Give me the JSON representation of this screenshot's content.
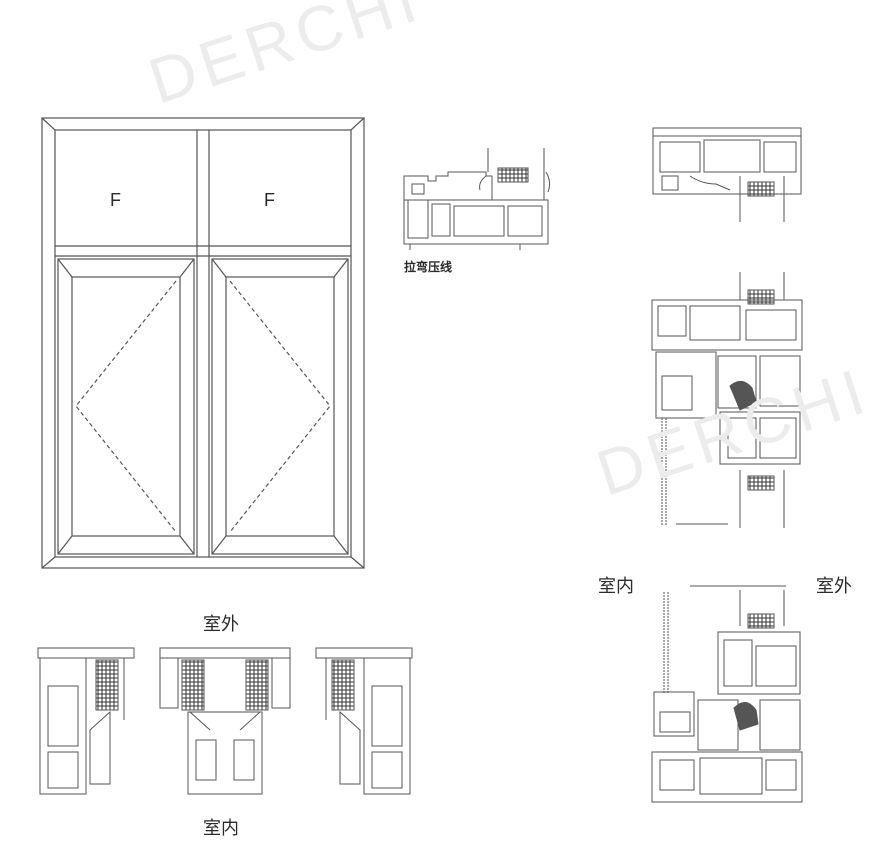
{
  "watermark": "DERCHI",
  "elevation": {
    "fixed_pane_label": "F",
    "fixed_panes": [
      "F",
      "F"
    ]
  },
  "labels": {
    "bead_note": "拉弯压线",
    "exterior": "室外",
    "interior": "室内"
  },
  "colors": {
    "line": "#555555",
    "gasket": "#444444",
    "background": "#ffffff"
  }
}
